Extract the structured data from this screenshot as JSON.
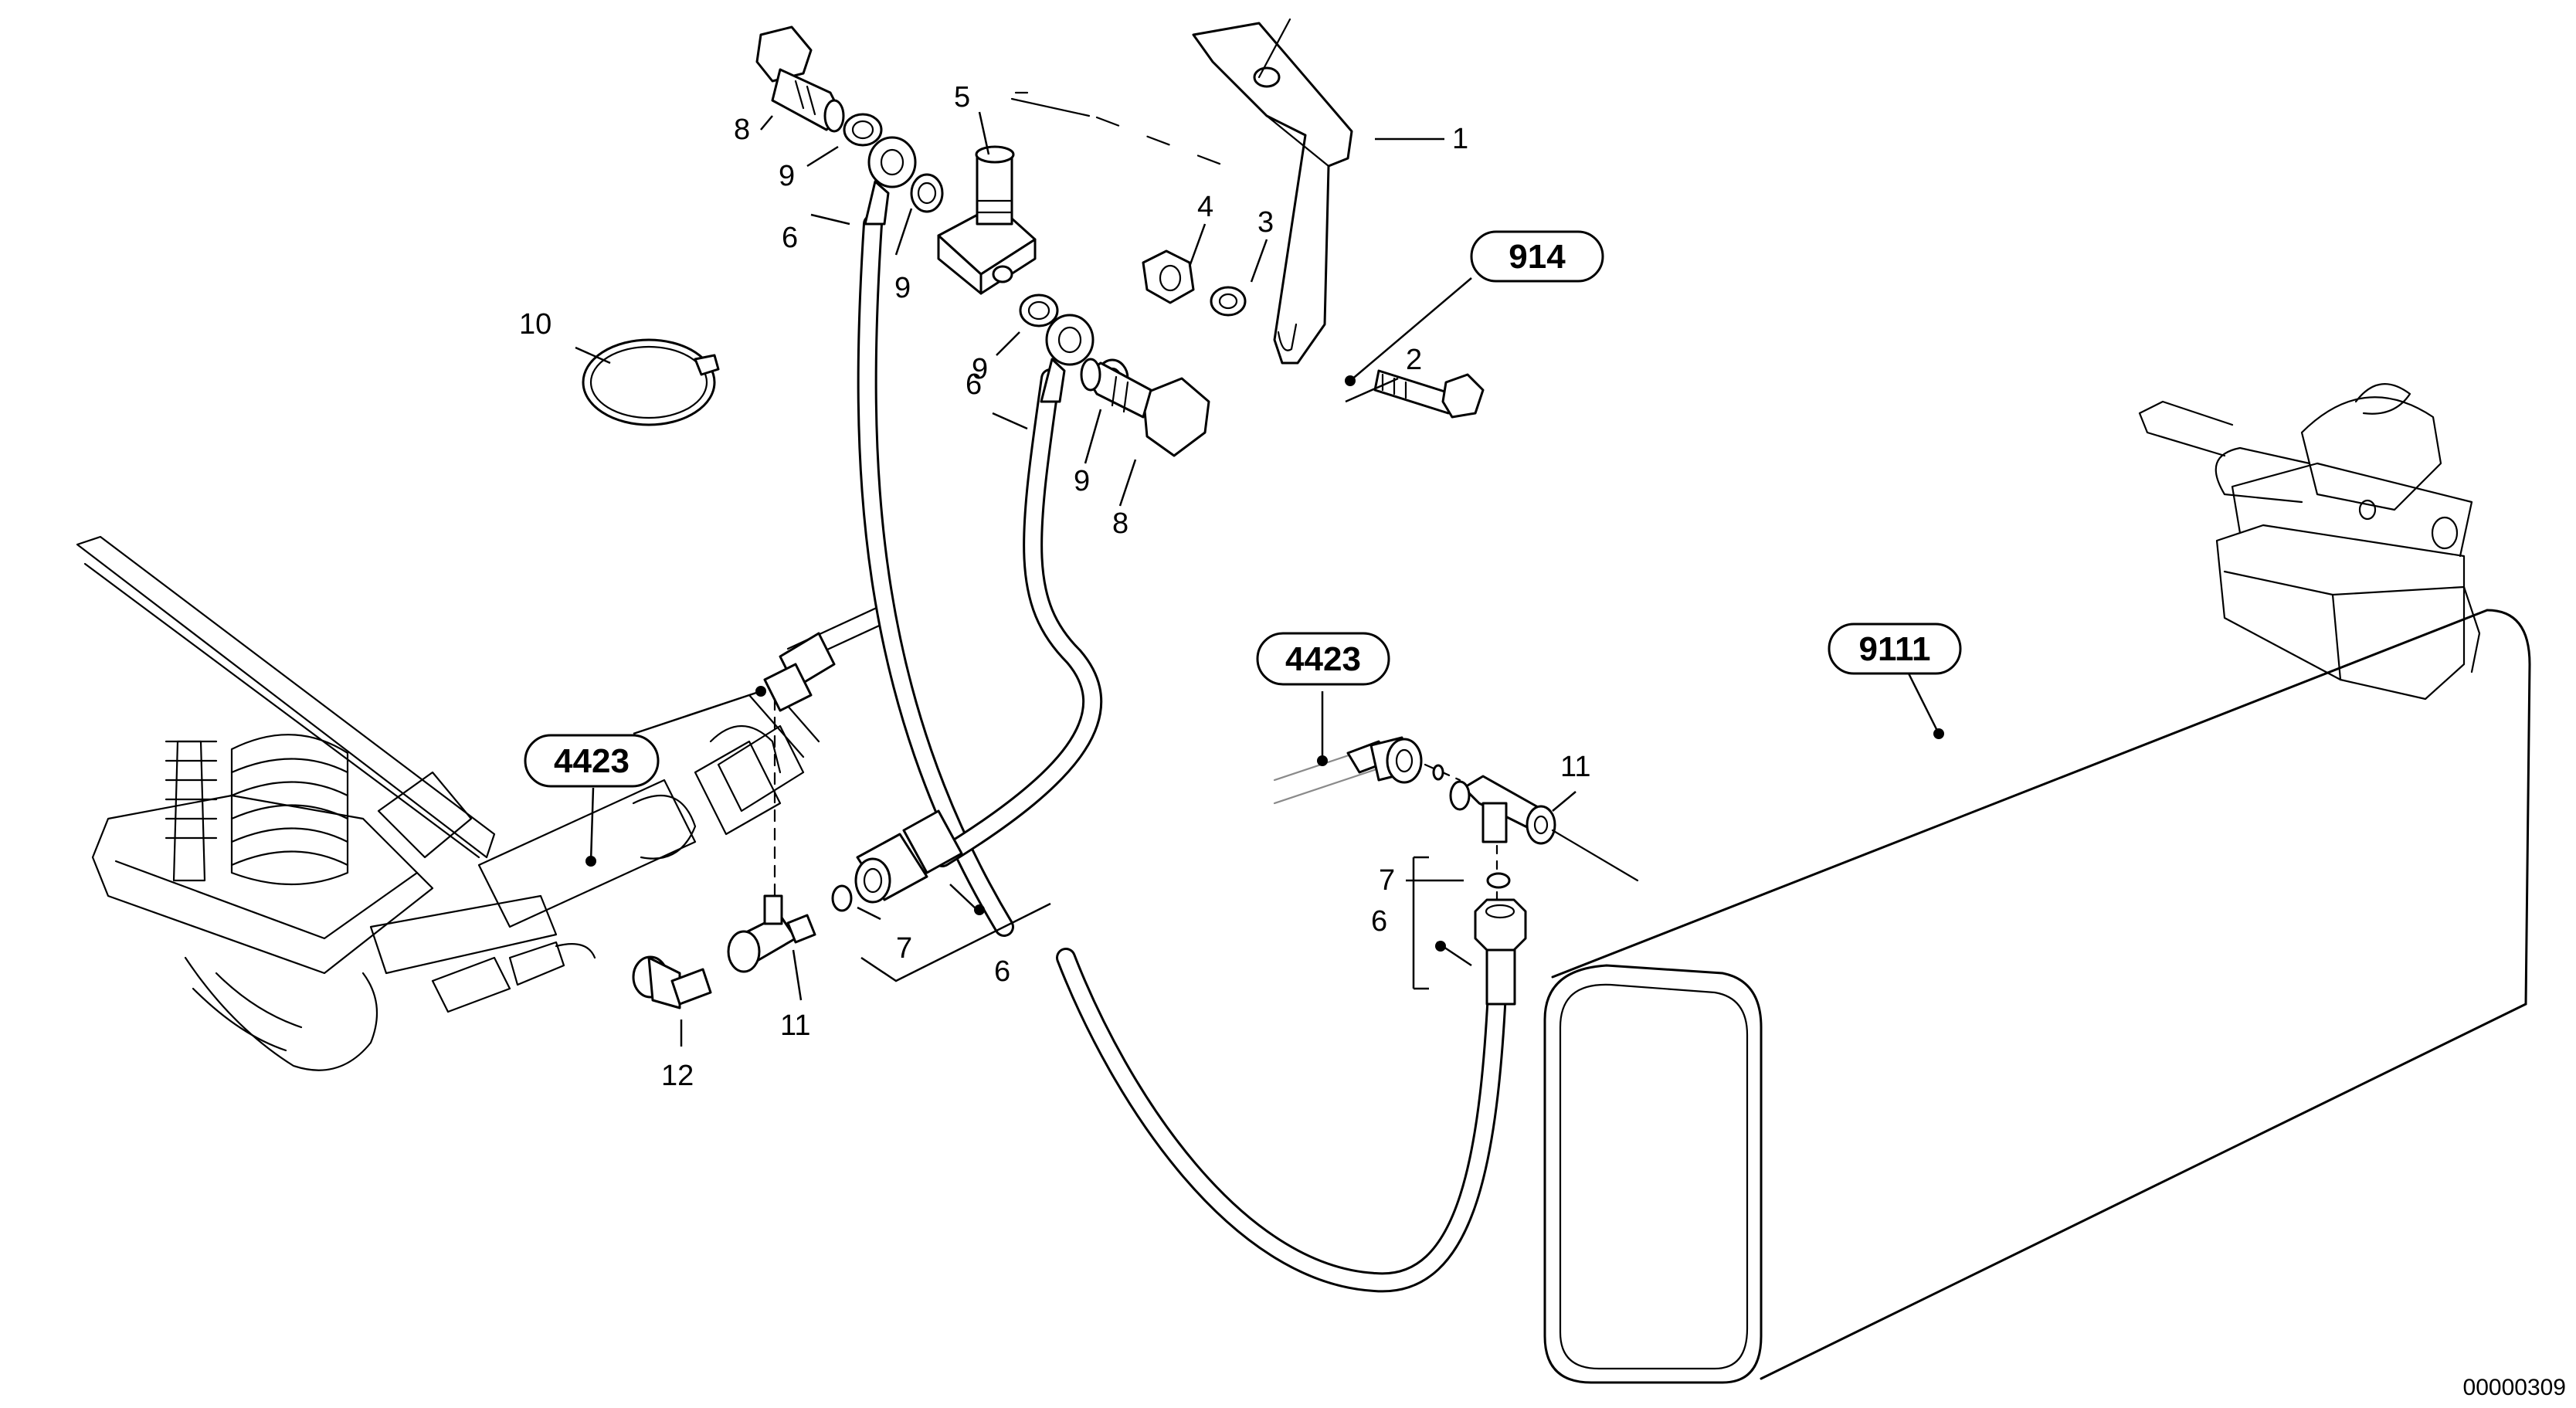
{
  "diagram": {
    "callouts": {
      "c1": "1",
      "c2": "2",
      "c3": "3",
      "c4": "4",
      "c5": "5",
      "c6a": "6",
      "c6b": "6",
      "c6c": "6",
      "c6d": "6",
      "c7a": "7",
      "c7b": "7",
      "c8a": "8",
      "c8b": "8",
      "c9a": "9",
      "c9b": "9",
      "c9c": "9",
      "c9d": "9",
      "c10": "10",
      "c11a": "11",
      "c11b": "11",
      "c12": "12"
    },
    "references": {
      "r914": "914",
      "r4423a": "4423",
      "r4423b": "4423",
      "r9111": "9111"
    },
    "document_number": "00000309"
  }
}
